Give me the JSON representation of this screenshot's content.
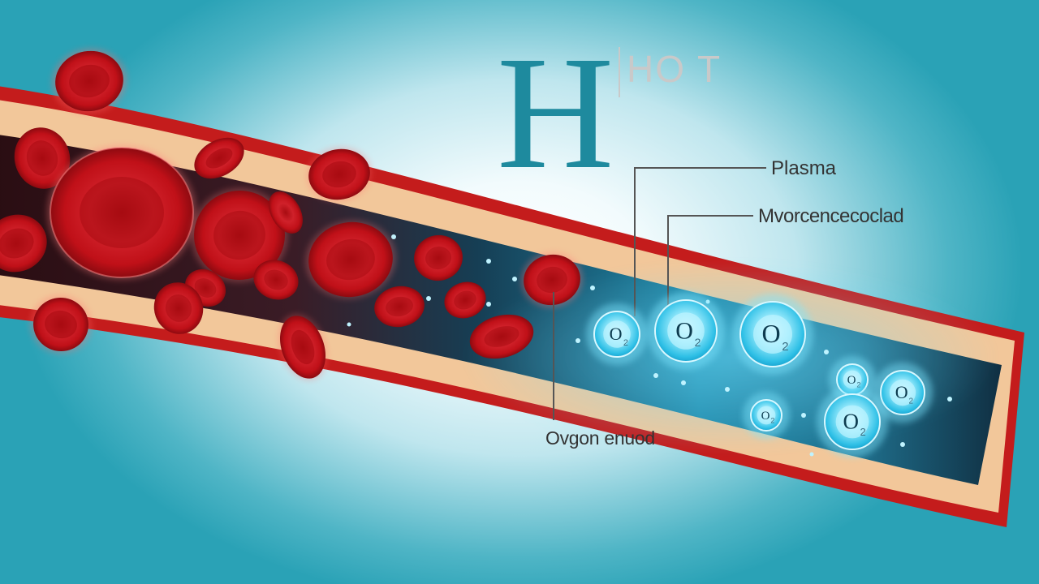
{
  "heading": {
    "letter": "H",
    "text": "HO T"
  },
  "labels": {
    "plasma": "Plasma",
    "middle": "Mvorcencecoclad",
    "bottom": "Ovgon enuod"
  },
  "bubbles": {
    "symbol": "O",
    "subscript": "2"
  },
  "colors": {
    "background": "#2aa2b6",
    "accent_text": "#1e8a9e",
    "vessel_wall": "#c41c1c",
    "vessel_lining": "#f2c79a",
    "blood_cell": "#c8141a",
    "plasma_glow": "#33c4e6"
  }
}
